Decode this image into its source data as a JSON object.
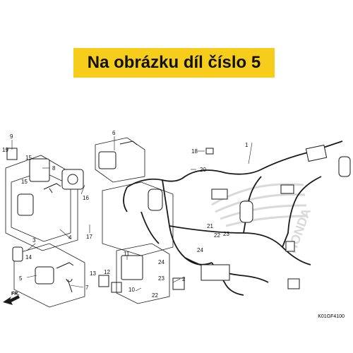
{
  "banner": {
    "text": "Na obrázku díl číslo 5"
  },
  "diagram": {
    "code": "K01GF4100",
    "fr_label": "FR.",
    "callouts": [
      "1",
      "2",
      "3",
      "4",
      "5",
      "6",
      "7",
      "8",
      "9",
      "10",
      "11",
      "12",
      "13",
      "14",
      "15",
      "15",
      "16",
      "17",
      "18",
      "19",
      "20",
      "21",
      "22",
      "22",
      "23",
      "23",
      "24",
      "24"
    ]
  },
  "colors": {
    "banner": "#f7cd1c",
    "ink": "#1a1a1a",
    "watermark": "#d9d9d9"
  }
}
